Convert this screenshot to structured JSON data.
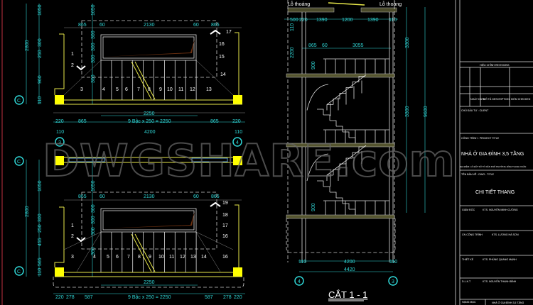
{
  "plan_top": {
    "dims_left": [
      "1050",
      "2800",
      "300",
      "250",
      "960",
      "110"
    ],
    "dims_top": [
      "865",
      "60",
      "2130",
      "60",
      "865"
    ],
    "dims_inner": [
      "300",
      "300",
      "300",
      "300"
    ],
    "step_numbers": [
      "1",
      "2",
      "3",
      "4",
      "5",
      "6",
      "7",
      "8",
      "9",
      "10",
      "11",
      "12",
      "13",
      "14",
      "15",
      "16",
      "17"
    ],
    "dim_total_steps": "2250",
    "dim_row": [
      "220",
      "865",
      "9 Bậc x 250 = 2250",
      "865",
      "220"
    ],
    "dim_axis_row": [
      "110",
      "4200",
      "110"
    ],
    "grid_labels": [
      "C",
      "3",
      "4"
    ]
  },
  "plan_bottom": {
    "dims_left": [
      "1050",
      "2800",
      "300",
      "250",
      "455",
      "565",
      "110"
    ],
    "dims_top": [
      "865",
      "60",
      "2130",
      "60",
      "865"
    ],
    "dims_inner": [
      "300",
      "300",
      "300",
      "300"
    ],
    "step_numbers": [
      "1",
      "2",
      "3",
      "4",
      "5",
      "6",
      "7",
      "8",
      "9",
      "10",
      "11",
      "12",
      "13",
      "14",
      "16",
      "16",
      "17",
      "18",
      "19"
    ],
    "dim_total_steps": "2250",
    "dim_row": [
      "220",
      "278",
      "587",
      "9 Bậc x 250 = 2250",
      "587",
      "278",
      "220"
    ],
    "grid_labels": [
      "C",
      "C"
    ]
  },
  "section": {
    "title": "CẮT 1 - 1",
    "opening_left": "Lỗ thoáng",
    "opening_right": "Lỗ thoáng",
    "dims_top": [
      "500",
      "220",
      "1390",
      "1200",
      "1390",
      "110"
    ],
    "dims_mid": [
      "865",
      "60",
      "3055"
    ],
    "dims_left": [
      "110",
      "2200",
      "900",
      "900"
    ],
    "dims_right": [
      "3300",
      "3300"
    ],
    "dim_total_height": "9600",
    "dims_bottom": [
      "110",
      "4200",
      "110"
    ],
    "dim_bottom_total": "4420",
    "grid_labels": [
      "4",
      "3"
    ]
  },
  "title_block": {
    "revisions": "HIỆU CHỈNH REVISIONS",
    "col_date": "NGÀY DATE",
    "col_desc": "MÔ TẢ DESCRIPTION",
    "col_check": "KIỂM CHECKED",
    "client_label": "CHỦ ĐẦU TƯ : CLIENT",
    "project_label": "CÔNG TRÌNH : PROJECT TITLE",
    "project_name": "NHÀ Ở GIA ĐÌNH 3,5 TẦNG",
    "address": "ĐỊA ĐIỂM: LÔ ĐẤT SỐ TỔ DÂN PHỐ PHƯỜNG ĐÌNH THANH XUÂN",
    "drawing_label": "TÊN BẢN VẼ : DWG - TITLE",
    "drawing_name": "CHI TIẾT THANG",
    "rows": [
      {
        "role": "GIÁM ĐỐC",
        "name": "KTS. NGUYỄN MINH CƯỜNG"
      },
      {
        "role": "CN CÔNG TRÌNH",
        "name": "KTS. LƯƠNG HÀ SƠN"
      },
      {
        "role": "THIẾT KẾ",
        "name": "KTS. PHÙNG QUANG MẠNH"
      },
      {
        "role": "D.L.K.T",
        "name": "KTS. NGUYỄN THANH BÌNH"
      }
    ],
    "sheet_label": "HẠNG MỤC",
    "sheet_value": "NHÀ Ở GIA ĐÌNH 3,5 TẦNG"
  },
  "watermark": "DWGSHARE.com",
  "colors": {
    "background": "#000000",
    "dimension": "#2fd6d6",
    "column": "#ffff00",
    "wall": "#e8e84a",
    "line": "#dddddd"
  }
}
